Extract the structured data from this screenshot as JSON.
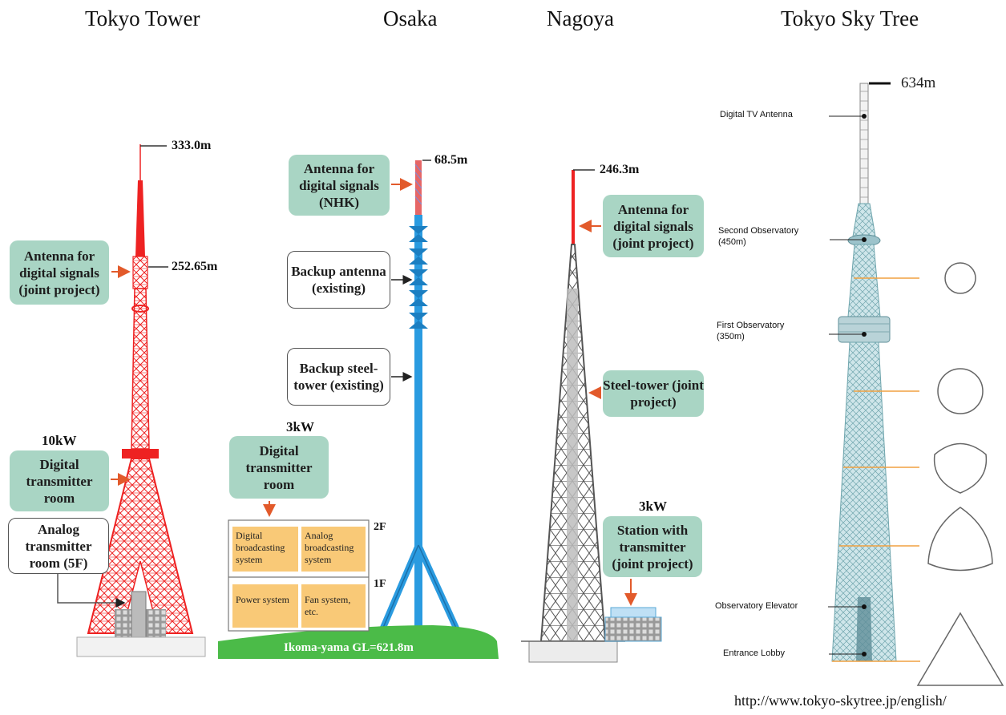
{
  "titles": {
    "tokyo_tower": "Tokyo Tower",
    "osaka": "Osaka",
    "nagoya": "Nagoya",
    "skytree": "Tokyo Sky Tree"
  },
  "tokyo_tower": {
    "height_top": "333.0m",
    "height_antenna": "252.65m",
    "antenna_label": "Antenna for digital signals (joint project)",
    "power": "10kW",
    "digital_room": "Digital transmitter room",
    "analog_room": "Analog transmitter room (5F)"
  },
  "osaka": {
    "height_top": "68.5m",
    "antenna_label": "Antenna for digital signals (NHK)",
    "backup_antenna": "Backup antenna (existing)",
    "backup_tower": "Backup steel-tower (existing)",
    "power": "3kW",
    "digital_room": "Digital transmitter room",
    "floor_2f": "2F",
    "floor_1f": "1F",
    "digital_system": "Digital broadcasting system",
    "analog_system": "Analog broadcasting system",
    "power_system": "Power system",
    "fan_system": "Fan system, etc.",
    "ground": "Ikoma-yama GL=621.8m"
  },
  "nagoya": {
    "height_top": "246.3m",
    "antenna_label": "Antenna for digital signals (joint project)",
    "steel_tower": "Steel-tower (joint project)",
    "power": "3kW",
    "station": "Station with transmitter (joint project)"
  },
  "skytree": {
    "height_top": "634m",
    "digital_antenna": "Digital TV Antenna",
    "second_obs": "Second Observatory",
    "second_obs_height": "(450m)",
    "first_obs": "First Observatory",
    "first_obs_height": "(350m)",
    "elevator": "Observatory Elevator",
    "lobby": "Entrance Lobby"
  },
  "source_url": "http://www.tokyo-skytree.jp/english/",
  "colors": {
    "tokyo_tower": "#ee2222",
    "osaka_tower": "#2a9be0",
    "nagoya_tower": "#666666",
    "green_label": "#a9d5c4",
    "orange_box": "#f9c977",
    "arrow": "#e25a2b",
    "ground": "#4bbb48"
  }
}
